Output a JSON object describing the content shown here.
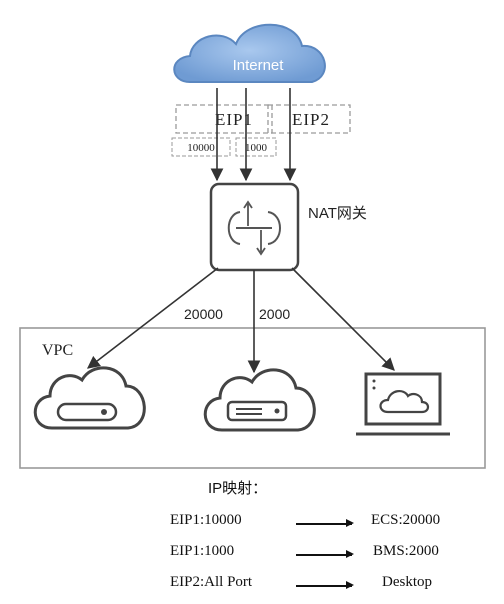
{
  "internet": {
    "label": "Internet"
  },
  "eips": [
    {
      "label": "EIP1"
    },
    {
      "label": "EIP2"
    }
  ],
  "ports": [
    "10000",
    "1000"
  ],
  "nat": {
    "label": "NAT网关"
  },
  "vpc": {
    "label": "VPC"
  },
  "links": [
    {
      "label": "20000"
    },
    {
      "label": "2000"
    }
  ],
  "mapping": {
    "title": "IP映射：",
    "rows": [
      {
        "source": "EIP1:10000",
        "target": "ECS:20000"
      },
      {
        "source": "EIP1:1000",
        "target": "BMS:2000"
      },
      {
        "source": "EIP2:All Port",
        "target": "Desktop"
      }
    ]
  },
  "colors": {
    "cloud_fill": "#7ea8d8",
    "cloud_stroke": "#5b87c0",
    "line": "#333333",
    "dashed_box": "#999999",
    "vpc_border": "#999999"
  }
}
